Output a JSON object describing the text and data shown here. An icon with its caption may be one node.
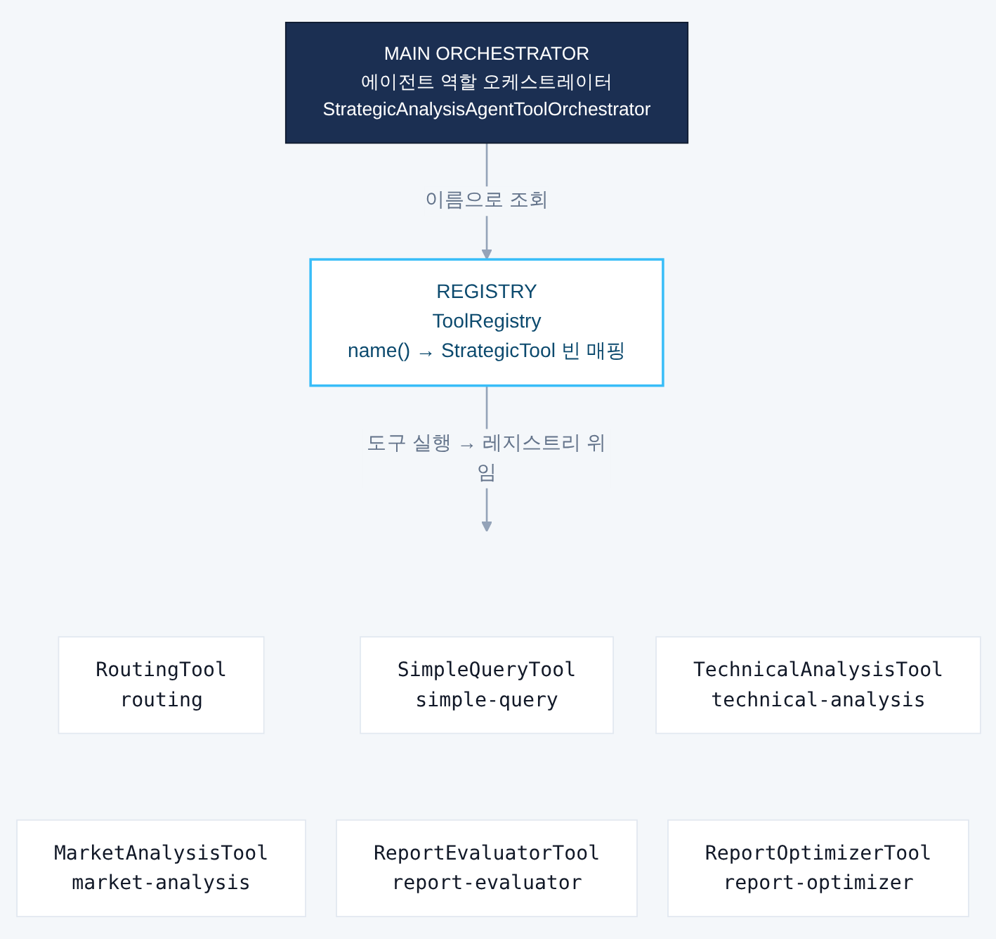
{
  "diagram": {
    "nodes": [
      {
        "text": [
          "MAIN ORCHESTRATOR",
          "에이전트 역할 오케스트레이터",
          "StrategicAnalysisAgentToolOrchestrator"
        ]
      },
      {
        "text": [
          "REGISTRY",
          "ToolRegistry",
          "name() → StrategicTool 빈 매핑"
        ]
      },
      {
        "text": [
          "RoutingTool",
          "routing"
        ]
      },
      {
        "text": [
          "SimpleQueryTool",
          "simple-query"
        ]
      },
      {
        "text": [
          "TechnicalAnalysisTool",
          "technical-analysis"
        ]
      },
      {
        "text": [
          "MarketAnalysisTool",
          "market-analysis"
        ]
      },
      {
        "text": [
          "ReportEvaluatorTool",
          "report-evaluator"
        ]
      },
      {
        "text": [
          "ReportOptimizerTool",
          "report-optimizer"
        ]
      }
    ],
    "edges": [
      {
        "from": 0,
        "to": 1,
        "arrow": "to",
        "label": "이름으로 조회"
      },
      {
        "from": 1,
        "to": null,
        "arrow": "to",
        "label": "도구 실행 → 레지스트리 위임"
      }
    ]
  }
}
